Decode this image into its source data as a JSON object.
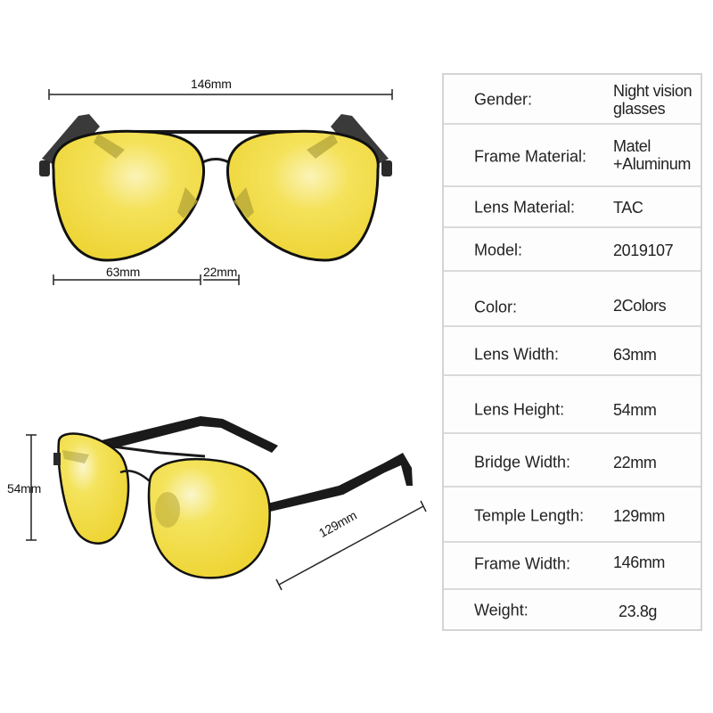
{
  "dimensions": {
    "frame_width": "146mm",
    "lens_width": "63mm",
    "bridge_width": "22mm",
    "lens_height": "54mm",
    "temple_length": "129mm"
  },
  "colors": {
    "lens_yellow": "#f2dc3c",
    "frame_black": "#1a1a1a",
    "table_border": "#d4d4d4"
  },
  "specs": [
    {
      "label": "Gender:",
      "value_lines": [
        "Night vision",
        "glasses"
      ]
    },
    {
      "label": "Frame Material:",
      "value_lines": [
        "Matel",
        "+Aluminum"
      ]
    },
    {
      "label": "Lens Material:",
      "value_lines": [
        "TAC"
      ]
    },
    {
      "label": "Model:",
      "value_lines": [
        "2019107"
      ]
    },
    {
      "label": "Color:",
      "value_lines": [
        "2Colors"
      ]
    },
    {
      "label": "Lens Width:",
      "value_lines": [
        "63mm"
      ]
    },
    {
      "label": "Lens Height:",
      "value_lines": [
        "54mm"
      ]
    },
    {
      "label": "Bridge Width:",
      "value_lines": [
        "22mm"
      ]
    },
    {
      "label": "Temple Length:",
      "value_lines": [
        "129mm"
      ]
    },
    {
      "label": "Frame Width:",
      "value_lines": [
        "146mm"
      ]
    },
    {
      "label": "Weight:",
      "value_lines": [
        "23.8g"
      ]
    }
  ]
}
